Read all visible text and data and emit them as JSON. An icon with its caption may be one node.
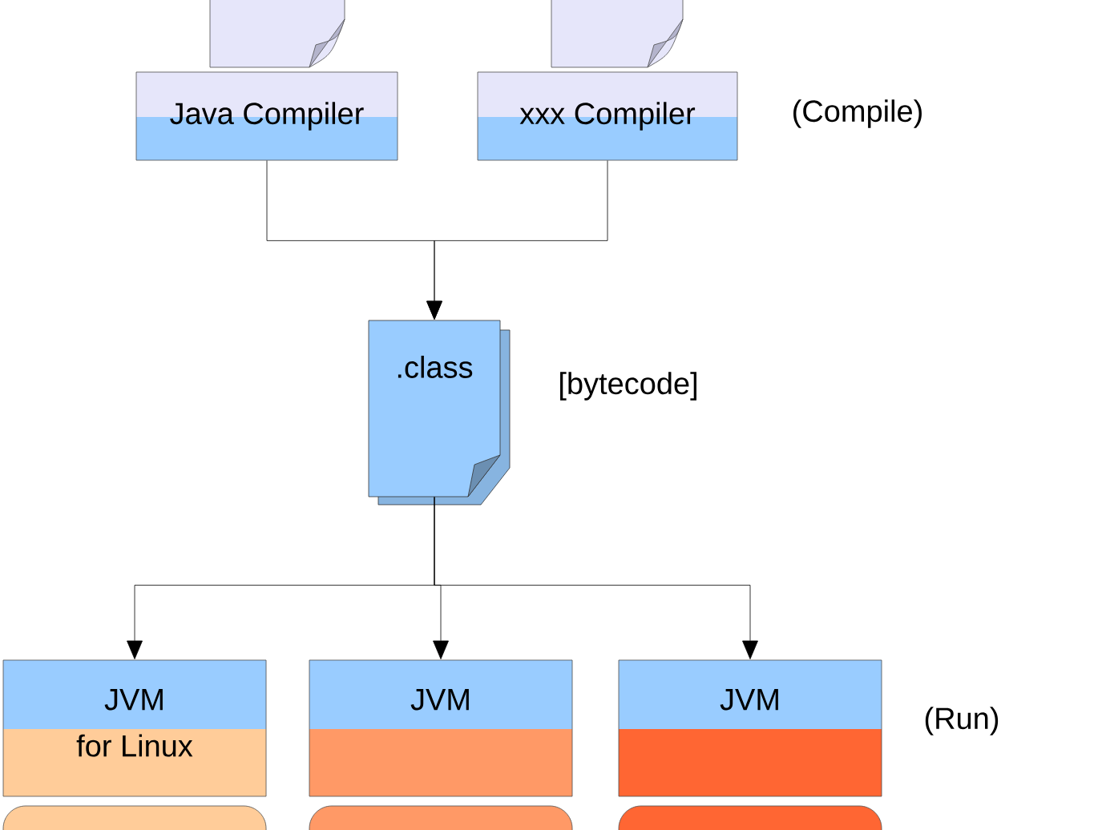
{
  "diagram": {
    "nodes": [
      {
        "text": [],
        "shape": "document"
      },
      {
        "text": [],
        "shape": "document"
      },
      {
        "text": [
          "Java Compiler"
        ]
      },
      {
        "text": [
          "xxx Compiler"
        ],
        "beside": [
          "(Compile)"
        ]
      },
      {
        "text": [
          ".class"
        ],
        "beside": [
          "[bytecode]"
        ]
      },
      {
        "text": [
          "JVM",
          "for Linux"
        ]
      },
      {
        "text": [
          "JVM"
        ]
      },
      {
        "text": [
          "JVM"
        ],
        "beside": [
          "(Run)"
        ]
      },
      {
        "text": [],
        "shape": "box"
      },
      {
        "text": [],
        "shape": "box"
      },
      {
        "text": [],
        "shape": "box"
      }
    ],
    "edges": [
      {
        "from": 2,
        "to": 4,
        "arrow": "to"
      },
      {
        "from": 3,
        "to": 4,
        "arrow": "to"
      },
      {
        "from": 4,
        "to": 5,
        "arrow": "to"
      },
      {
        "from": 4,
        "to": 6,
        "arrow": "to"
      },
      {
        "from": 4,
        "to": 7,
        "arrow": "to"
      }
    ]
  }
}
